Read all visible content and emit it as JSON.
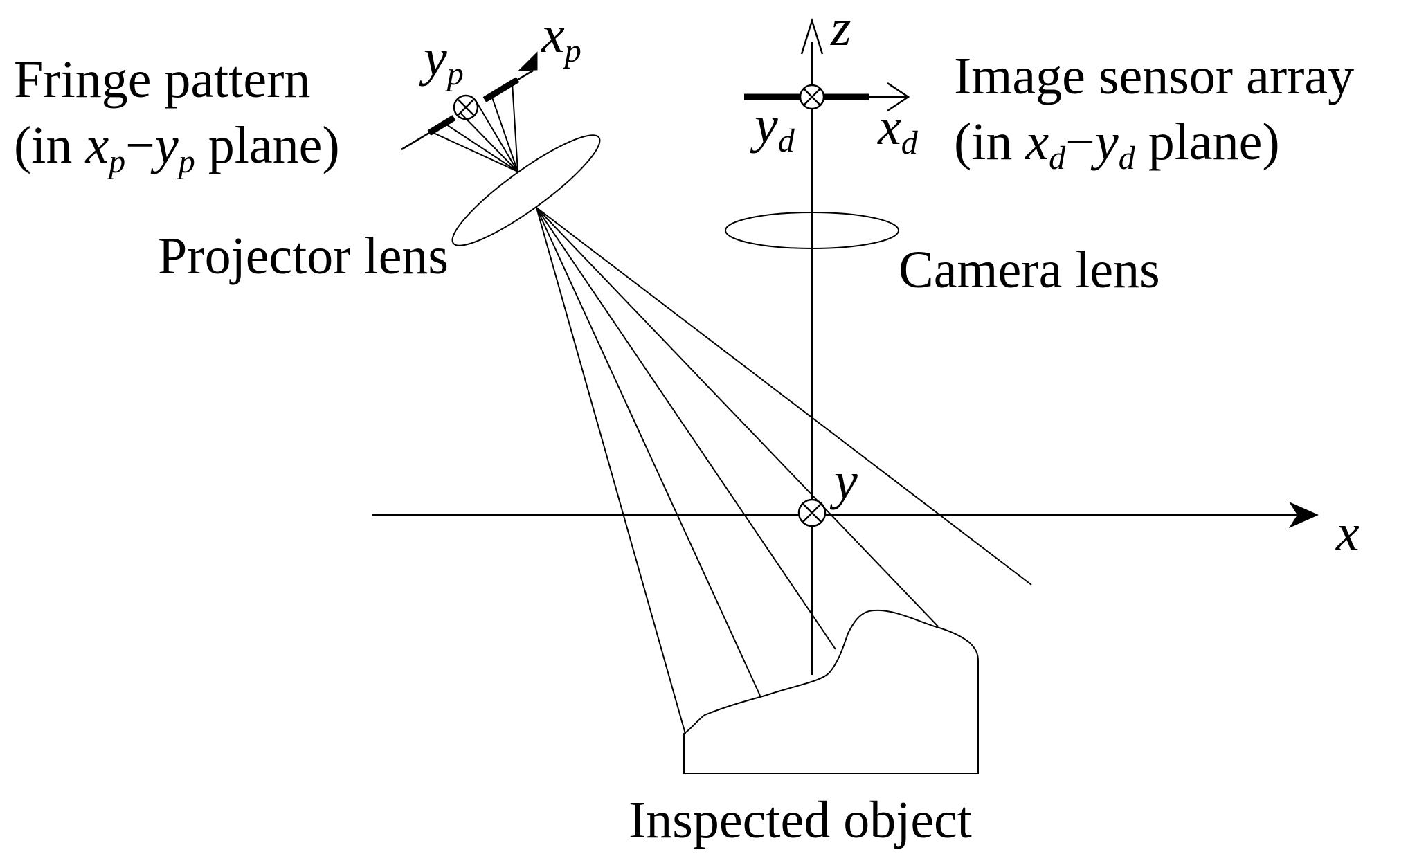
{
  "labels": {
    "fringe_line1": "Fringe pattern",
    "fringe_line2_prefix": "(in ",
    "fringe_line2_suffix": " plane)",
    "projector_lens": "Projector lens",
    "camera_lens": "Camera lens",
    "sensor_line1": "Image sensor array",
    "sensor_line2_prefix": "(in ",
    "sensor_line2_suffix": " plane)",
    "inspected_object": "Inspected object",
    "dash": "−"
  },
  "axes": {
    "x": "x",
    "y": "y",
    "z": "z",
    "xp_base": "x",
    "xp_sub": "p",
    "yp_base": "y",
    "yp_sub": "p",
    "xd_base": "x",
    "xd_sub": "d",
    "yd_base": "y",
    "yd_sub": "d"
  }
}
